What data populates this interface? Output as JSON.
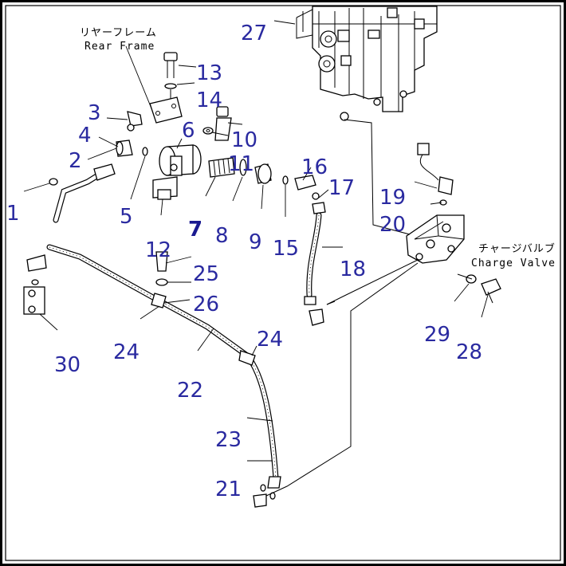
{
  "labels": {
    "rear_frame_jp": "リヤーフレーム",
    "rear_frame_en": "Rear Frame",
    "charge_valve_jp": "チャージバルブ",
    "charge_valve_en": "Charge Valve"
  },
  "callouts": {
    "c1": "1",
    "c2": "2",
    "c3": "3",
    "c4": "4",
    "c5": "5",
    "c6": "6",
    "c7": "7",
    "c8": "8",
    "c9": "9",
    "c10": "10",
    "c11": "11",
    "c12": "12",
    "c13": "13",
    "c14": "14",
    "c15": "15",
    "c16": "16",
    "c17": "17",
    "c18": "18",
    "c19": "19",
    "c20": "20",
    "c21": "21",
    "c22": "22",
    "c23": "23",
    "c24a": "24",
    "c24b": "24",
    "c25": "25",
    "c26": "26",
    "c27": "27",
    "c28": "28",
    "c29": "29",
    "c30": "30"
  },
  "colors": {
    "callout": "#2a2aa0",
    "line": "#000000",
    "border": "#000000"
  }
}
